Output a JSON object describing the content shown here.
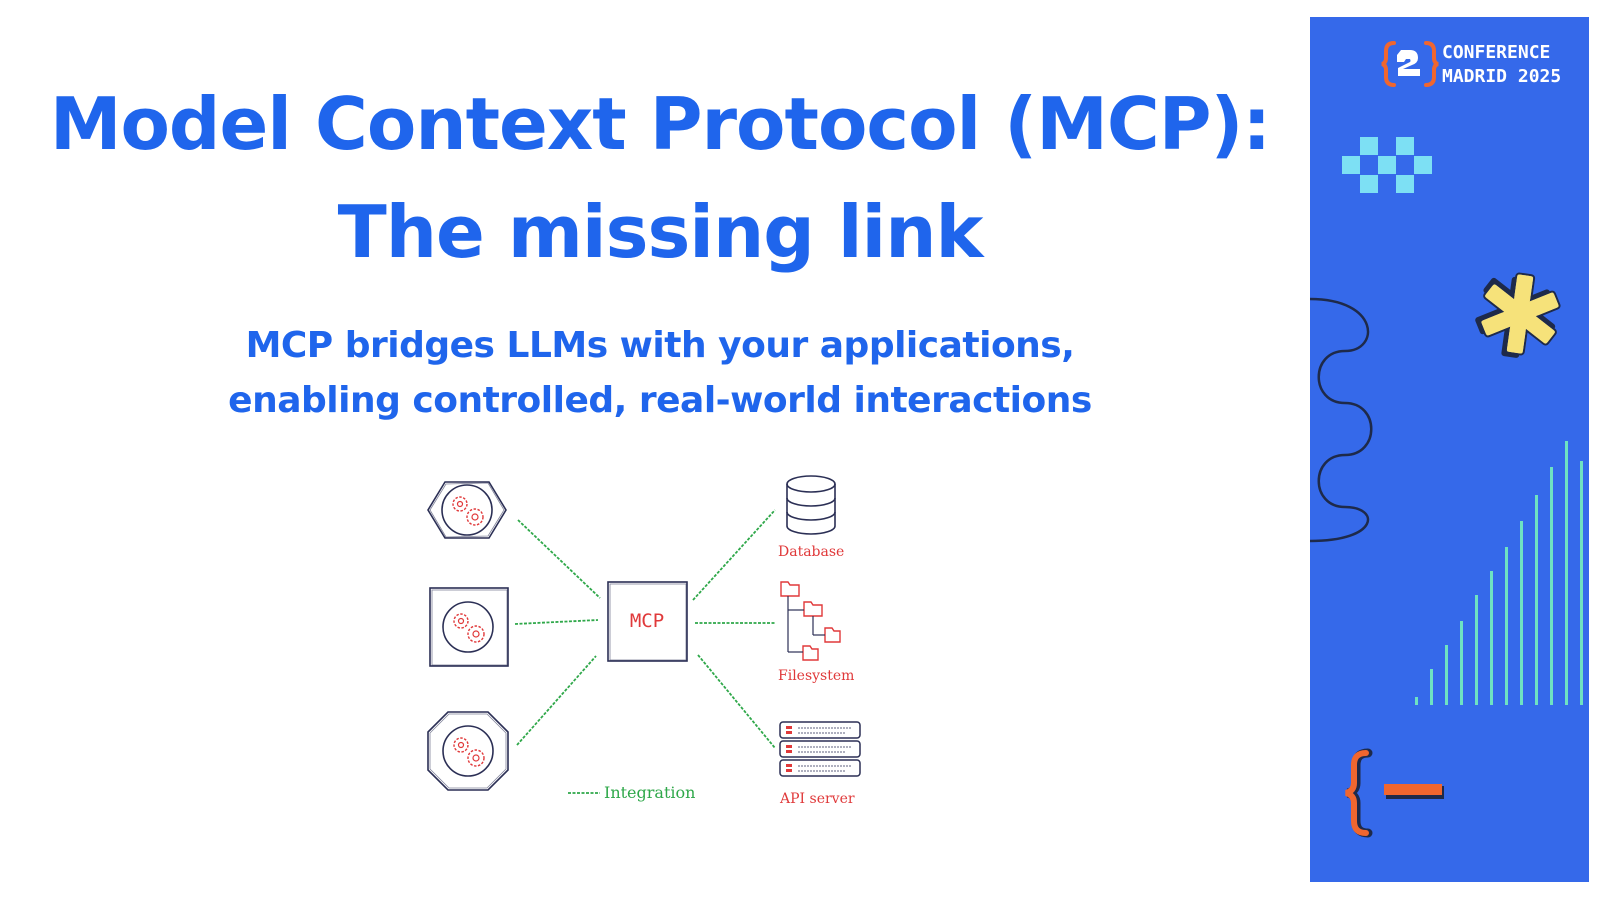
{
  "slide": {
    "title_lines": [
      "Model Context Protocol (MCP):",
      "The missing link"
    ],
    "subtitle_lines": [
      "MCP bridges LLMs with your applications,",
      "enabling controlled, real-world interactions"
    ]
  },
  "diagram": {
    "center_label": "MCP",
    "resources": {
      "database": "Database",
      "filesystem": "Filesystem",
      "api_server": "API server"
    },
    "legend_label": "Integration"
  },
  "sidebar": {
    "conference_line1": "CONFERENCE",
    "conference_line2": "MADRID 2025",
    "logo_icon": "conference-logo-icon",
    "decorations": [
      "pixel-checker-icon",
      "asterisk-icon",
      "wave-icon",
      "bar-pattern-icon",
      "curly-brace-dash-icon"
    ]
  },
  "colors": {
    "title_blue": "#1f65ec",
    "sidebar_blue": "#3569ea",
    "accent_orange": "#f0662f",
    "accent_yellow": "#f6e27a",
    "accent_cyan": "#7de0f4",
    "accent_mint": "#6ee2c2",
    "sketch_navy": "#2b2f55",
    "sketch_red": "#e0393a",
    "sketch_green": "#2fa84a"
  }
}
